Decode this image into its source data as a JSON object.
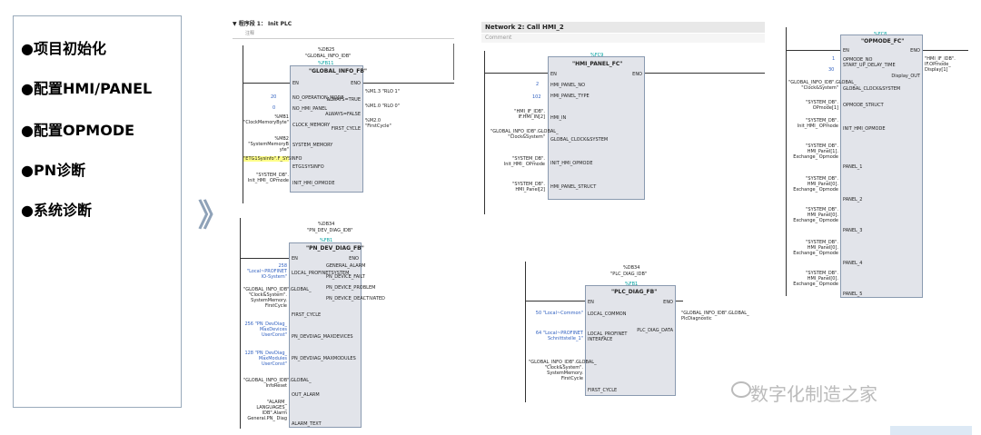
{
  "menu": {
    "items": [
      {
        "bullet": "●",
        "label": "项目初始化"
      },
      {
        "bullet": "●",
        "label": "配置HMI/PANEL"
      },
      {
        "bullet": "●",
        "label": "配置OPMODE"
      },
      {
        "bullet": "●",
        "label": "PN诊断"
      },
      {
        "bullet": "●",
        "label": "系统诊断"
      }
    ]
  },
  "separator": "》",
  "net1": {
    "title": "▼  程序段 1：   Init PLC",
    "comment": "注释",
    "instance": "%DB25",
    "instance_name": "\"GLOBAL_INFO_IDB\"",
    "fb": "%FB11",
    "fb_name": "\"GLOBAL_INFO_FB\"",
    "en": "EN",
    "eno": "ENO",
    "pins_in": [
      "NO_OPERATION_MODE",
      "NO_HMI_PANEL",
      "CLOCK_MEMORY",
      "SYSTEM_MEMORY",
      "ETG1SYSINFO",
      "INIT_HMI_OPMODE"
    ],
    "vals_in": [
      "20",
      "0",
      "%MB1 \"ClockMemoryByte\"",
      "%MB2 \"SystemMemoryB yte\"",
      "\"ETG1Sysinfo\".F_SYSINFO",
      "\"SYSTEM_DB\". Init_HMI_ OPmode"
    ],
    "pins_out": [
      "ALWAYS=TRUE",
      "ALWAYS=FALSE",
      "FIRST_CYCLE"
    ],
    "vals_out": [
      "%M1.3 \"RLO 1\"",
      "%M1.0 \"RLO 0\"",
      "%M2.0 \"FirstCycle\""
    ]
  },
  "net_pn": {
    "instance": "%DB34",
    "instance_name": "\"PN_DEV_DIAG_IDB\"",
    "fb": "%FB1",
    "fb_name": "\"PN_DEV_DIAG_FB\"",
    "en": "EN",
    "eno": "ENO",
    "pins_in": [
      "LOCAL_PROFINETSYSTEM",
      "FIRST_CYCLE",
      "PN_DEVDIAG_MAXDEVICES",
      "PN_DEVDIAG_MAXMODULES",
      "OUT_ALARM",
      "ALARM_TEXT"
    ],
    "vals_in": [
      "258 \"Local~PROFINET IO-System\"",
      "\"GLOBAL_INFO_IDB\".GLOBAL_ \"Clock&System\". SystemMemory. FirstCycle",
      "256 \"PN_DevDiag_ MaxDevices UserConst\"",
      "128 \"PN_DevDiag_ MaxModules UserConst\"",
      "\"GLOBAL_INFO_IDB\".GLOBAL_ InfoReset",
      "\"ALARM_ LANGUAGES_ IDB\".Alarm General.PN_ Diag"
    ],
    "pins_out": [
      "GENERAL_ALARM",
      "PN_DEVICE_FAILT",
      "PN_DEVICE_PROBLEM",
      "PN_DEVICE_DEACTIVATED"
    ]
  },
  "net2": {
    "title": "Network 2:  Call HMI_2",
    "comment": "Comment",
    "fc": "%FC9",
    "fc_name": "\"HMI_PANEL_FC\"",
    "en": "EN",
    "eno": "ENO",
    "pins_in": [
      "HMI_PANEL_NO",
      "HMI_PANEL_TYPE",
      "HMI_IN",
      "GLOBAL_CLOCK&SYSTEM",
      "INIT_HMI_OPMODE",
      "HMI_PANEL_STRUCT"
    ],
    "vals_in": [
      "2",
      "102",
      "\"HMI_IF_IDB\". IF.HMI_IN[2]",
      "\"GLOBAL_INFO_IDB\".GLOBAL_ \"Clock&System\"",
      "\"SYSTEM_DB\". Init_HMI_ OPmode",
      "\"SYSTEM_DB\". HMI_Panel[2]"
    ]
  },
  "net_diag": {
    "instance": "%DB34",
    "instance_name": "\"PLC_DIAG_IDB\"",
    "fb": "%FB1",
    "fb_name": "\"PLC_DIAG_FB\"",
    "en": "EN",
    "eno": "ENO",
    "pins_in": [
      "LOCAL_COMMON",
      "LOCAL_PROFINET INTERFACE",
      "FIRST_CYCLE"
    ],
    "vals_in": [
      "50 \"Local~Common\"",
      "64 \"Local~PROFINET Schnittstelle_1\"",
      "\"GLOBAL_INFO_IDB\".GLOBAL_ \"Clock&System\". SystemMemory. FirstCycle"
    ],
    "pin_out": "PLC_DIAG_DATA",
    "val_out": "\"GLOBAL_INFO_IDB\".GLOBAL_ PlcDiagnostic"
  },
  "net_opmode": {
    "fc": "%FC8",
    "fc_name": "\"OPMODE_FC\"",
    "en": "EN",
    "eno": "ENO",
    "pins_in": [
      "OPMODE_NO",
      "START_UP_DELAY_TIME",
      "GLOBAL_CLOCK&SYSTEM",
      "OPMODE_STRUCT",
      "INIT_HMI_OPMODE",
      "PANEL_1",
      "PANEL_2",
      "PANEL_3",
      "PANEL_4",
      "PANEL_5"
    ],
    "vals_in": [
      "1",
      "30",
      "\"GLOBAL_INFO_IDB\".GLOBAL_ \"Clock&System\"",
      "\"SYSTEM_DB\". OPmode[1]",
      "\"SYSTEM_DB\". Init_HMI_ OPmode",
      "\"SYSTEM_DB\". HMI_Panel[1]. Exchange_ Opmode",
      "\"SYSTEM_DB\". HMI_Panel[0]. Exchange_ Opmode",
      "\"SYSTEM_DB\". HMI_Panel[0]. Exchange_ Opmode",
      "\"SYSTEM_DB\". HMI_Panel[0]. Exchange_ Opmode",
      "\"SYSTEM_DB\". HMI_Panel[0]. Exchange_ Opmode"
    ],
    "pin_out": "Display_OUT",
    "val_out": "\"HMI_IF_IDB\". IF.OPmode_ Display[1]"
  },
  "watermark": "数字化制造之家"
}
